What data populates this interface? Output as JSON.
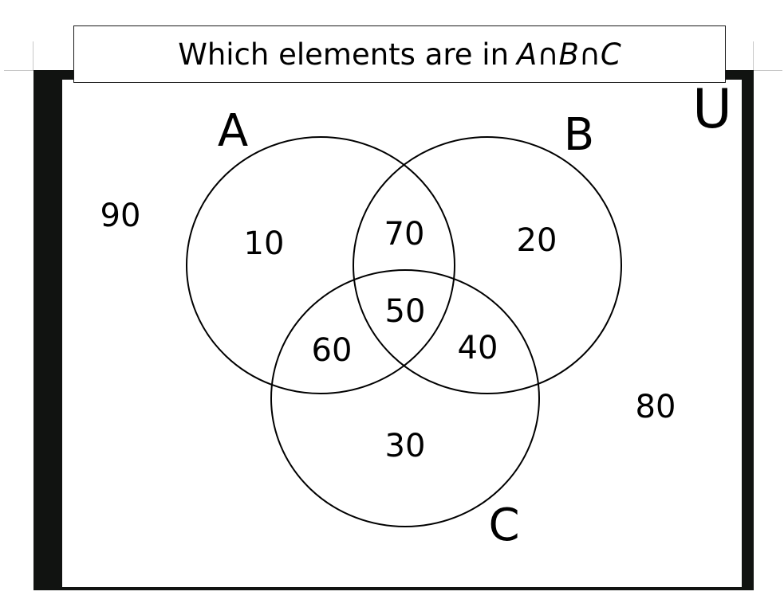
{
  "question": {
    "text": "Which elements are in",
    "set_expression": "A∩B∩C"
  },
  "sets": {
    "universal_label": "U",
    "a_label": "A",
    "b_label": "B",
    "c_label": "C"
  },
  "regions": {
    "only_a": "10",
    "a_and_b_only": "70",
    "only_b": "20",
    "a_b_and_c": "50",
    "a_and_c_only": "60",
    "b_and_c_only": "40",
    "only_c": "30",
    "outside_left": "90",
    "outside_right": "80"
  },
  "colors": {
    "frame": "#111311",
    "circle_stroke": "#000000",
    "text": "#000000"
  }
}
